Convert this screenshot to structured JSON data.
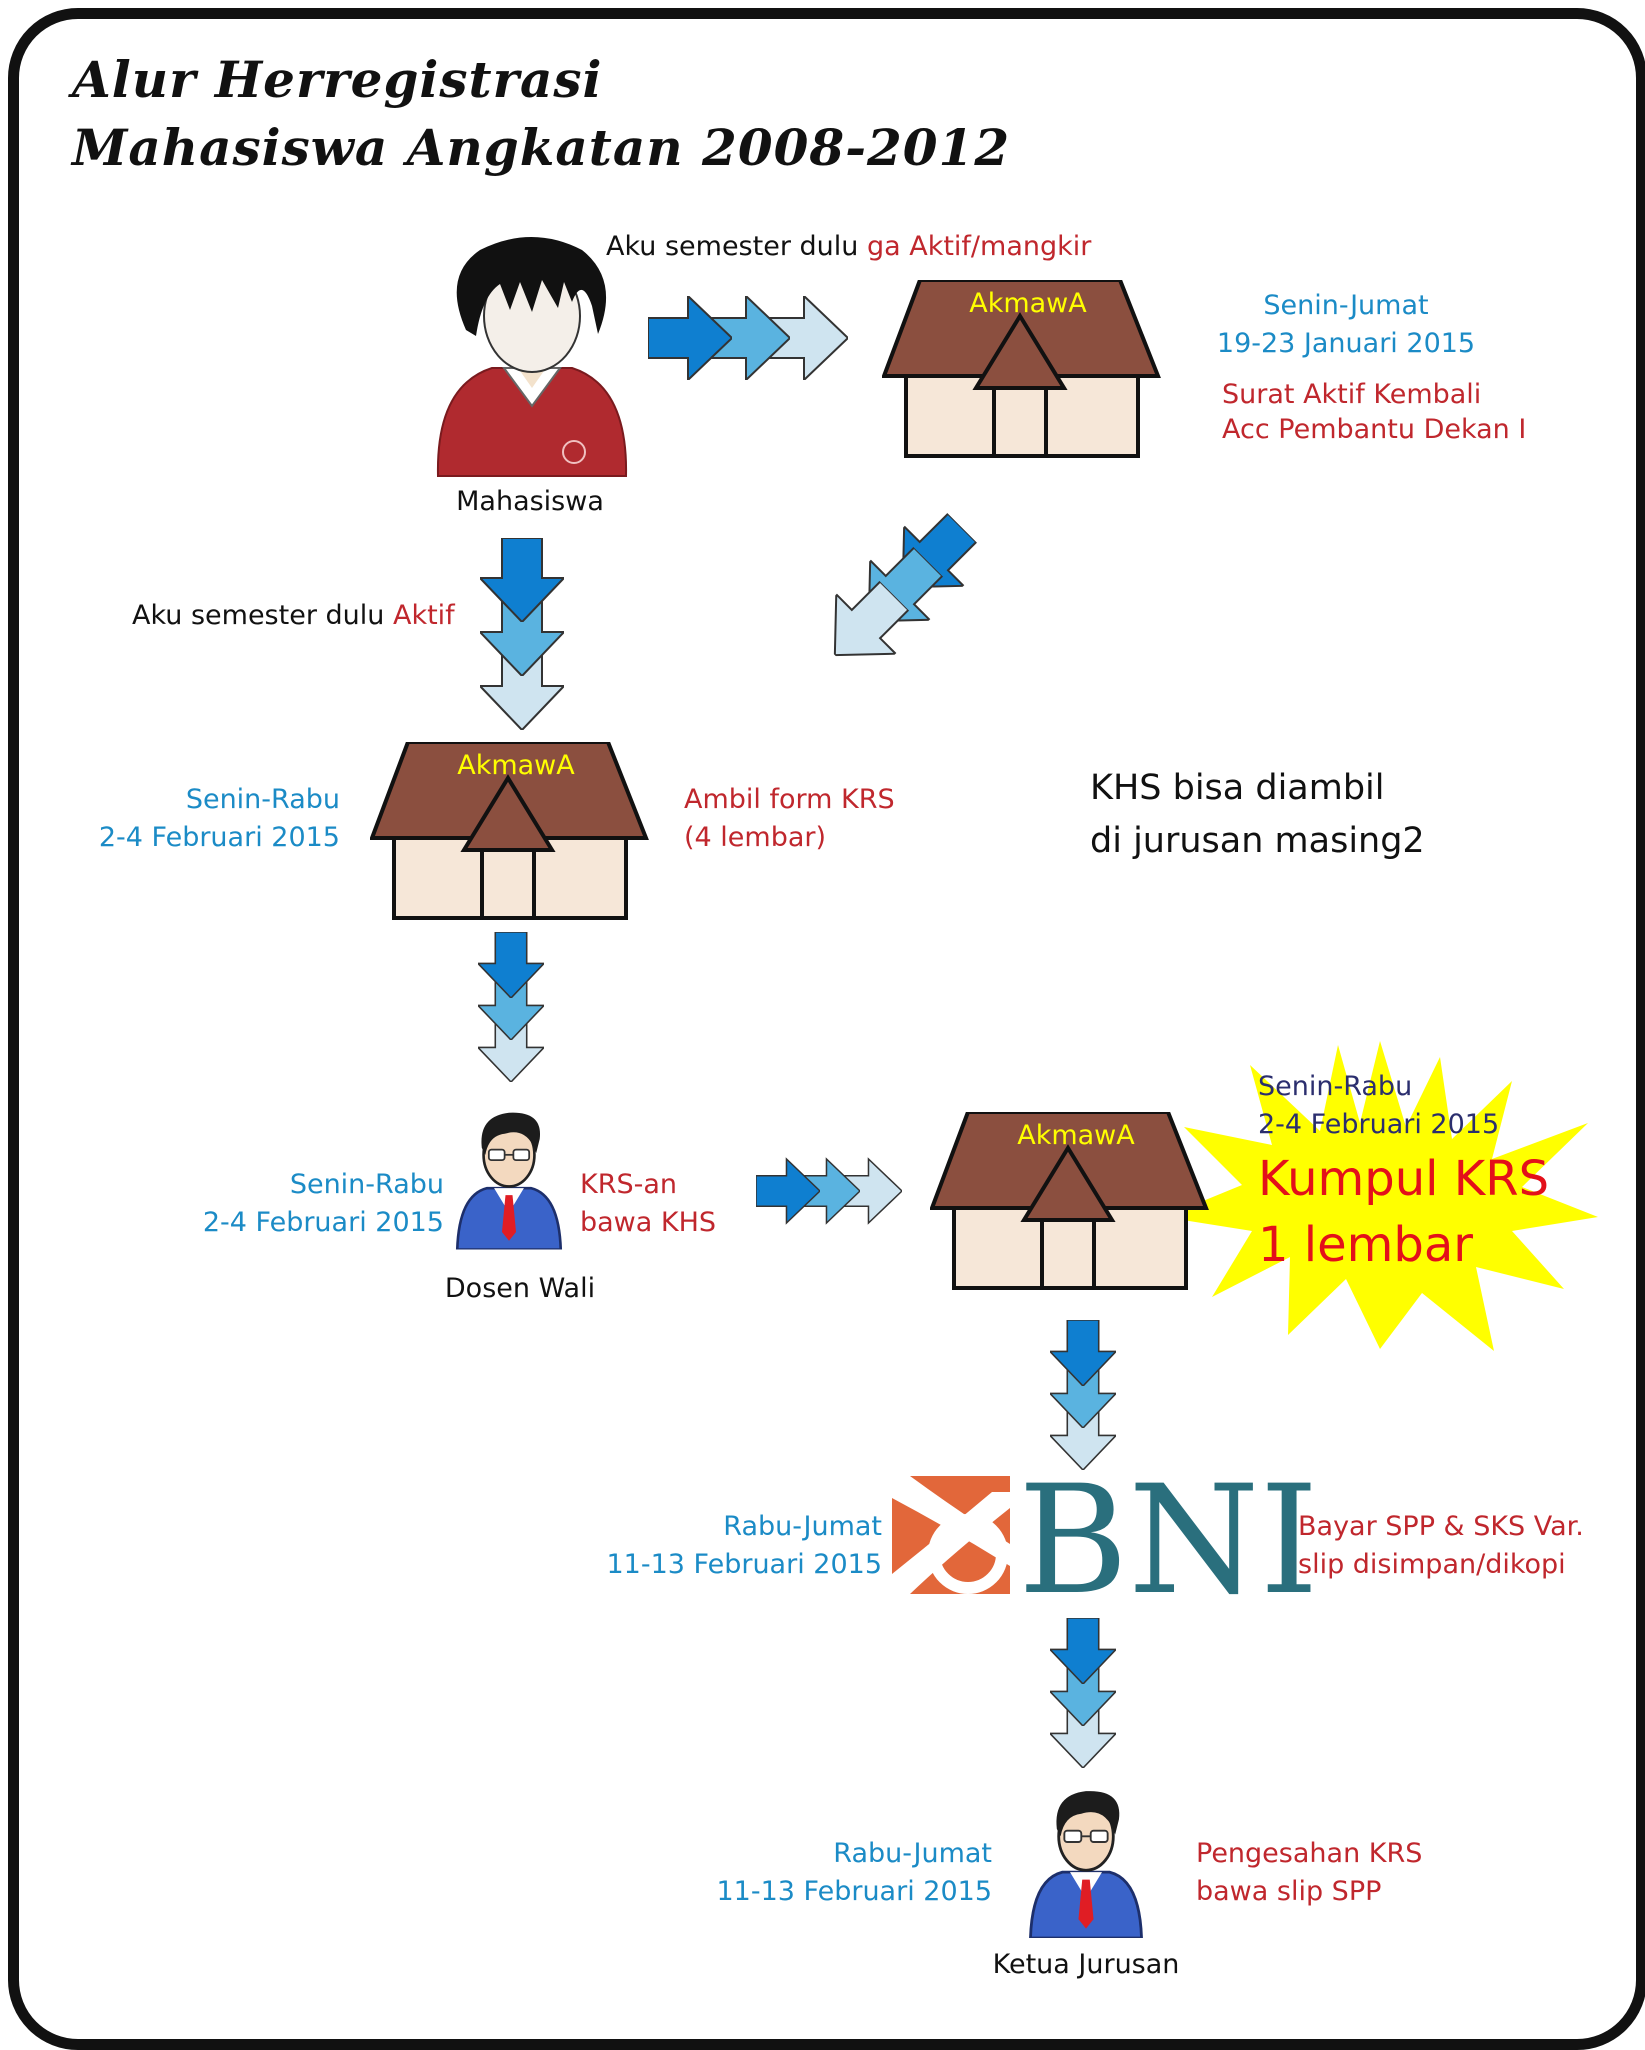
{
  "title": {
    "line1": "Alur Herregistrasi",
    "line2": "Mahasiswa Angkatan 2008-2012"
  },
  "building_label": "AkmawA",
  "colors": {
    "accent_red": "#c0272d",
    "accent_blue": "#1b8bc6",
    "roof_brown": "#8b4f3f",
    "wall_beige": "#f6e7d8",
    "burst_yellow": "#ffff00",
    "bni_orange": "#e2673a",
    "bni_teal": "#2a6f7d"
  },
  "student": {
    "label": "Mahasiswa",
    "inactive_prefix": "Aku semester dulu ",
    "inactive_highlight": "ga Aktif/mangkir",
    "active_prefix": "Aku semester dulu ",
    "active_highlight": "Aktif"
  },
  "step_reactivate": {
    "days": "Senin-Jumat",
    "dates": "19-23 Januari 2015",
    "note_line1": "Surat Aktif Kembali",
    "note_line2": "Acc Pembantu Dekan I"
  },
  "step_take_form": {
    "days": "Senin-Rabu",
    "dates": "2-4 Februari 2015",
    "note_line1": "Ambil form KRS",
    "note_line2": "(4 lembar)"
  },
  "khs_note": {
    "line1": "KHS bisa diambil",
    "line2": "di jurusan masing2"
  },
  "step_advisor": {
    "label": "Dosen Wali",
    "days": "Senin-Rabu",
    "dates": "2-4 Februari 2015",
    "note_line1": "KRS-an",
    "note_line2": "bawa KHS"
  },
  "step_submit": {
    "days": "Senin-Rabu",
    "dates": "2-4 Februari 2015",
    "big_line1": "Kumpul KRS",
    "big_line2": "1 lembar"
  },
  "step_bank": {
    "logo_text": "BNI",
    "days": "Rabu-Jumat",
    "dates": "11-13 Februari 2015",
    "note_line1": "Bayar SPP & SKS Var.",
    "note_line2": "slip disimpan/dikopi"
  },
  "step_head": {
    "label": "Ketua Jurusan",
    "days": "Rabu-Jumat",
    "dates": "11-13 Februari 2015",
    "note_line1": "Pengesahan KRS",
    "note_line2": "bawa slip SPP"
  }
}
